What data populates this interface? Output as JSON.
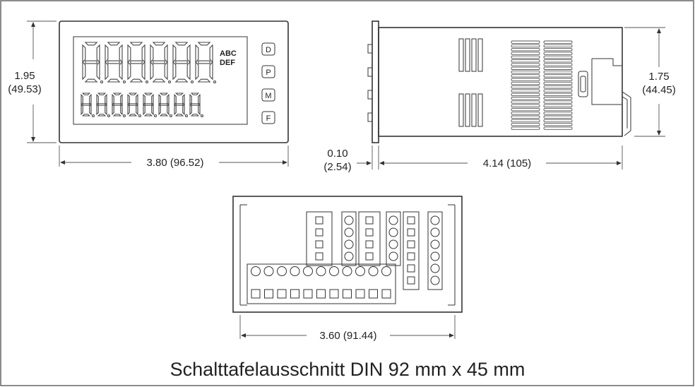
{
  "front_view": {
    "height_in": "1.95",
    "height_mm": "(49.53)",
    "width_label": "3.80 (96.52)",
    "buttons": [
      "D",
      "P",
      "M",
      "F"
    ],
    "annunciator_top": "ABC",
    "annunciator_bottom": "DEF"
  },
  "side_view": {
    "depth_in": "0.10",
    "depth_mm": "(2.54)",
    "length_label": "4.14 (105)",
    "height_in": "1.75",
    "height_mm": "(44.45)"
  },
  "rear_view": {
    "width_label": "3.60 (91.44)"
  },
  "caption": "Schalttafelausschnitt DIN 92 mm x 45 mm"
}
